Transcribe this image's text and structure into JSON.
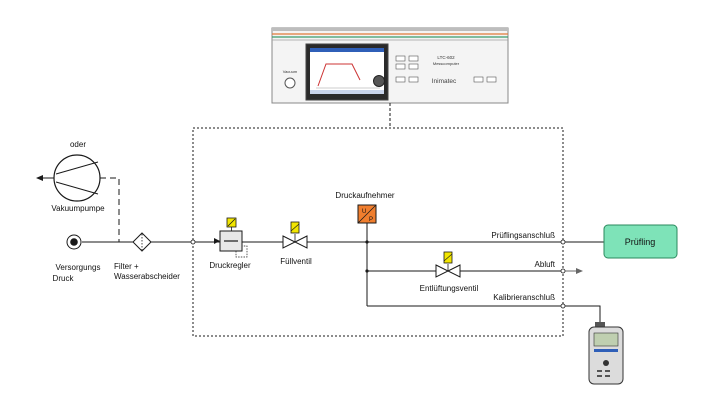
{
  "instrument": {
    "model": "LTC-602",
    "subtitle": "Messcomputer",
    "brand": "Inimatec",
    "left_label": "Vacuum"
  },
  "labels": {
    "oder": "oder",
    "vakuumpumpe": "Vakuumpumpe",
    "versorgung_line1": "Versorgungs",
    "versorgung_line2": "Druck",
    "filter_line1": "Filter +",
    "filter_line2": "Wasserabscheider",
    "druckregler": "Druckregler",
    "fuellventil": "Füllventil",
    "druckaufnehmer": "Druckaufnehmer",
    "pruefling_anschluss": "Prüflingsanschluß",
    "abluft": "Abluft",
    "entlueftungsventil": "Entlüftungsventil",
    "kalibrieranschluss": "Kalibrieranschluß",
    "pruefling": "Prüfling",
    "transducer_u": "U",
    "transducer_p": "P"
  },
  "colors": {
    "line": "#1a1a1a",
    "valve_actuator": "#f2e600",
    "transducer": "#f07e2e",
    "pruefling_fill": "#7ee3b8",
    "pruefling_border": "#2b8a5e",
    "instrument_stripe_orange": "#e07b39",
    "instrument_stripe_green": "#3a9a6a"
  },
  "icons": {
    "vacuum_pump": "vacuum-pump-icon",
    "supply": "supply-port-icon",
    "filter": "filter-icon",
    "regulator": "pressure-regulator-icon",
    "fill_valve": "solenoid-valve-icon",
    "vent_valve": "solenoid-valve-icon",
    "transducer": "pressure-transducer-icon",
    "handheld": "calibrator-handheld-icon"
  }
}
